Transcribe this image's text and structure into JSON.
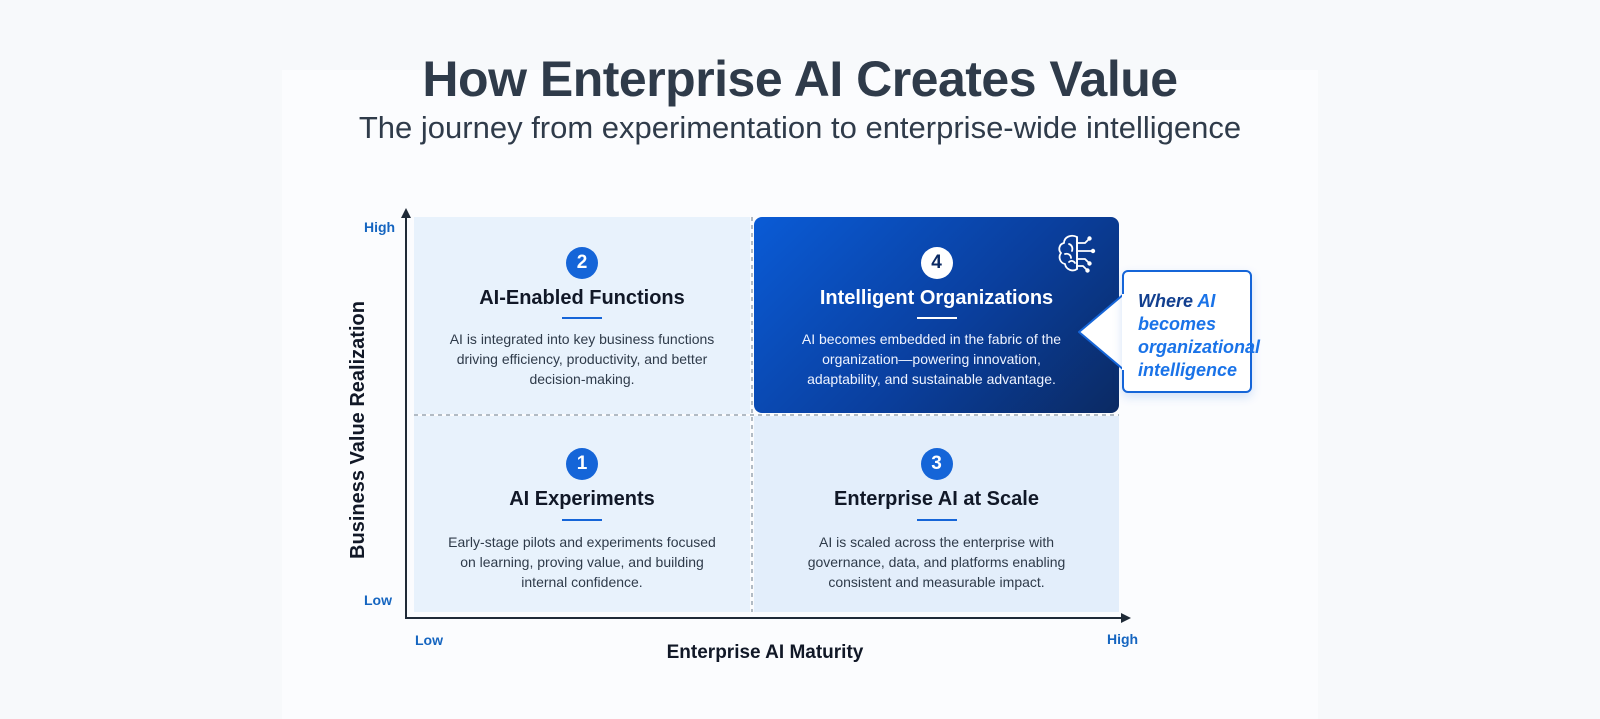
{
  "title": "How Enterprise AI Creates Value",
  "subtitle": "The journey from experimentation to enterprise-wide intelligence",
  "axes": {
    "y_title": "Business Value Realization",
    "y_high": "High",
    "y_low": "Low",
    "x_title": "Enterprise AI Maturity",
    "x_low": "Low",
    "x_high": "High"
  },
  "quadrants": [
    {
      "number": "2",
      "title": "AI-Enabled Functions",
      "description": "AI is integrated into key business functions driving efficiency, productivity, and better decision-making."
    },
    {
      "number": "4",
      "title": "Intelligent Organizations",
      "description": "AI becomes embedded in the fabric of the organization—powering innovation, adaptability, and sustainable advantage."
    },
    {
      "number": "1",
      "title": "AI Experiments",
      "description": "Early-stage pilots and experiments focused on learning, proving value, and building internal confidence."
    },
    {
      "number": "3",
      "title": "Enterprise AI at Scale",
      "description": "AI is scaled across the enterprise with governance, data, and platforms enabling consistent and measurable impact."
    }
  ],
  "callout": {
    "line1_prefix": "Where ",
    "line1_highlight": "AI",
    "line2": "becomes",
    "line3": "organizational",
    "line4": "intelligence"
  },
  "colors": {
    "accent": "#1565d8",
    "dark_quadrant": "#0a3f9e",
    "light_quadrant": "#e8f2fc",
    "title_text": "#2f3b4a"
  },
  "icons": {
    "highlight_icon": "brain-circuit-icon"
  }
}
